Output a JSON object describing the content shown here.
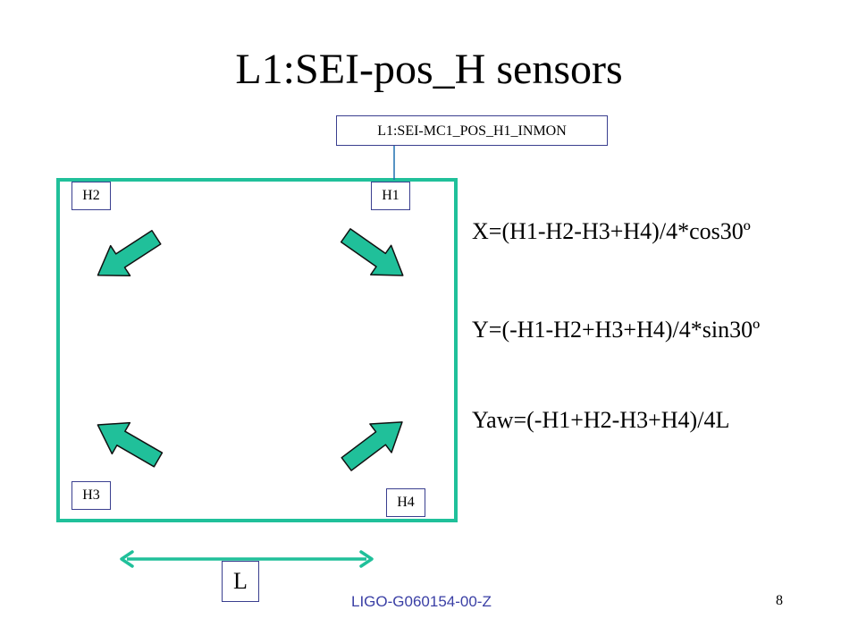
{
  "title": "L1:SEI-pos_H sensors",
  "monitor_channel": "L1:SEI-MC1_POS_H1_INMON",
  "sensors": {
    "h1": "H1",
    "h2": "H2",
    "h3": "H3",
    "h4": "H4"
  },
  "length_label": "L",
  "equations": {
    "x": "X=(H1-H2-H3+H4)/4*cos30º",
    "y": "Y=(-H1-H2+H3+H4)/4*sin30º",
    "yaw": "Yaw=(-H1+H2-H3+H4)/4L"
  },
  "footer": {
    "document_id": "LIGO-G060154-00-Z",
    "page_number": "8"
  },
  "colors": {
    "frame": "#20c09a",
    "arrow_fill": "#20c09a",
    "arrow_stroke": "#111111",
    "connector": "#1f6fb0",
    "label_border": "#3a3f8f",
    "footer_text": "#3a3fa5"
  }
}
